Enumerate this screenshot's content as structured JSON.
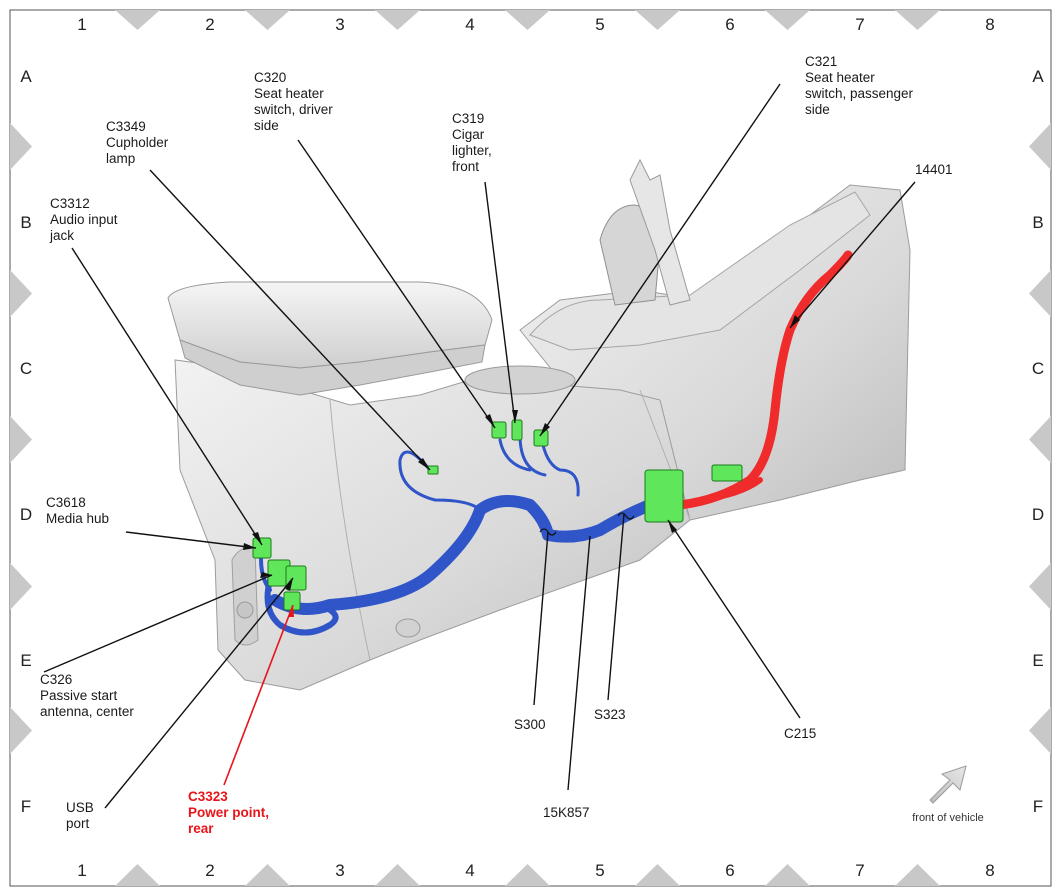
{
  "grid": {
    "columns": [
      "1",
      "2",
      "3",
      "4",
      "5",
      "6",
      "7",
      "8"
    ],
    "rows": [
      "A",
      "B",
      "C",
      "D",
      "E",
      "F"
    ]
  },
  "labels": {
    "c3312": [
      "C3312",
      "Audio input",
      "jack"
    ],
    "c3349": [
      "C3349",
      "Cupholder",
      "lamp"
    ],
    "c320": [
      "C320",
      "Seat heater",
      "switch, driver",
      "side"
    ],
    "c319": [
      "C319",
      "Cigar",
      "lighter,",
      "front"
    ],
    "c321": [
      "C321",
      "Seat heater",
      "switch, passenger",
      "side"
    ],
    "n14401": [
      "14401"
    ],
    "c3618": [
      "C3618",
      "Media hub"
    ],
    "c326": [
      "C326",
      "Passive start",
      "antenna, center"
    ],
    "usb": [
      "USB",
      "port"
    ],
    "c3323": [
      "C3323",
      "Power point,",
      "rear"
    ],
    "s300": [
      "S300"
    ],
    "s323": [
      "S323"
    ],
    "n15k857": [
      "15K857"
    ],
    "c215": [
      "C215"
    ]
  },
  "front_of_vehicle": "front of vehicle",
  "colors": {
    "highlight": "#e8141b",
    "harness_blue": "#2f55c8",
    "harness_red": "#ef2b2b",
    "connector_green": "#5fe65a",
    "marker_gray": "#c8c8c8"
  }
}
